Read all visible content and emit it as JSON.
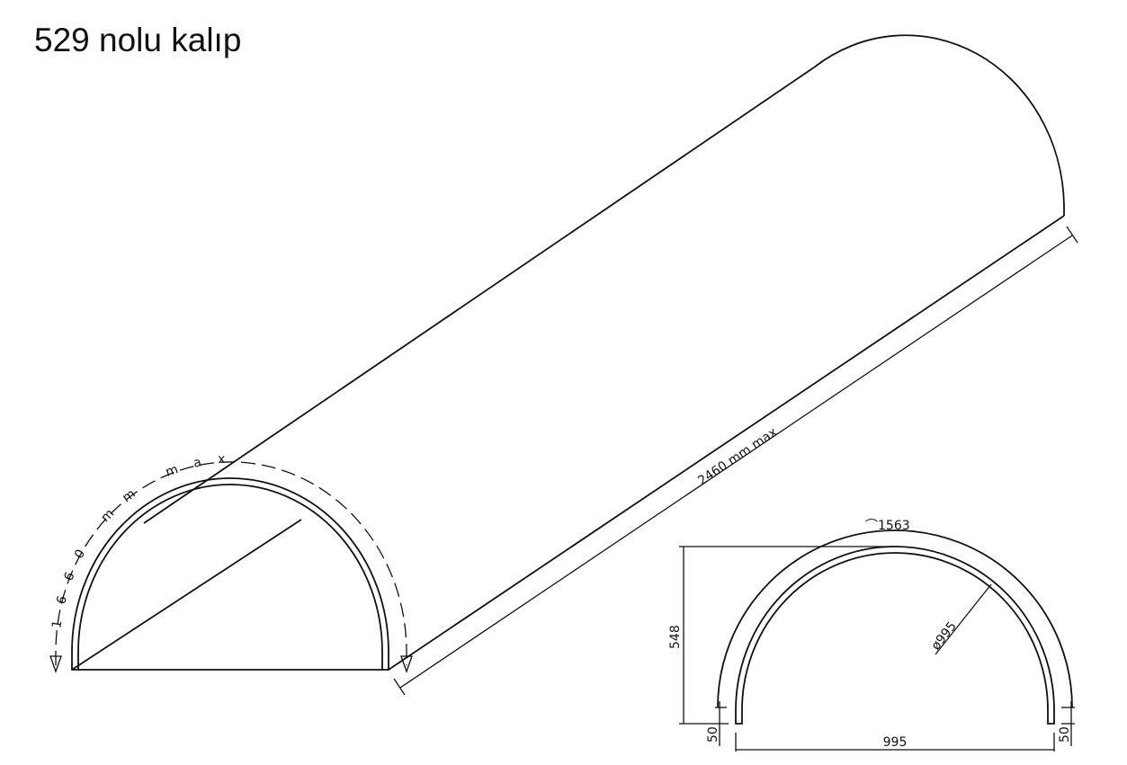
{
  "title": "529 nolu kalıp",
  "isometric_view": {
    "arc_length_label": "1660 mm max",
    "length_label": "2460 mm max"
  },
  "section_view": {
    "arc_length_label": "⌒1563",
    "height_label": "548",
    "width_label": "995",
    "diameter_label": "ø995",
    "thickness_left_label": "50",
    "thickness_right_label": "50"
  }
}
